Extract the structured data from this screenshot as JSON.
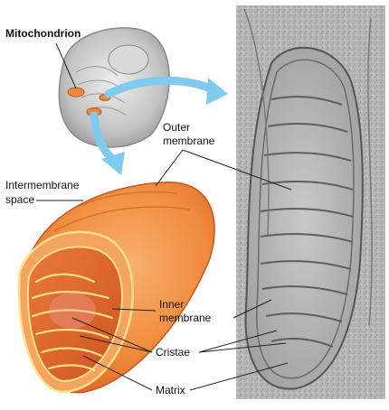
{
  "labels": {
    "title": "Mitochondrion",
    "outer_line1": "Outer",
    "outer_line2": "membrane",
    "inter_line1": "Intermembrane",
    "inter_line2": "space",
    "inner_line1": "Inner",
    "inner_line2": "membrane",
    "cristae": "Cristae",
    "matrix": "Matrix"
  },
  "colors": {
    "arrow": "#7fcbef",
    "mito_outer": "#f39a4a",
    "mito_inner_fill": "#e56a2c",
    "membrane_edge": "#ffe08a",
    "cell_gray": "#b9b9b9",
    "micrograph": "#b0b0b0"
  }
}
